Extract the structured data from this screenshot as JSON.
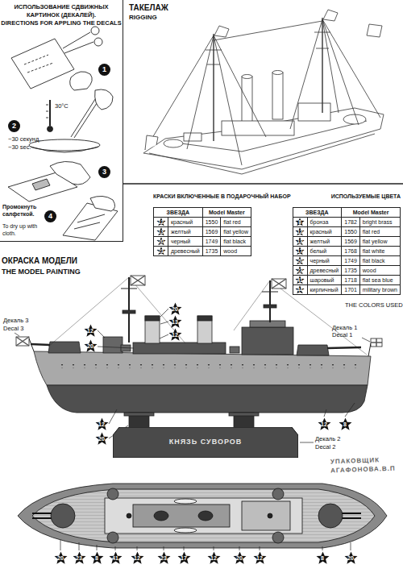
{
  "diagram": {
    "nodes": [
      {
        "text": [
          "ИСПОЛЬЗОВАНИЕ СДВИЖНЫХ КАРТИНОК (ДЕКАЛЕЙ).",
          "DIRECTIONS FOR APPLING THE DECALS"
        ]
      },
      {
        "text": [
          "1"
        ],
        "in": 0
      },
      {
        "text": [
          "2"
        ],
        "in": 0
      },
      {
        "text": [
          "3"
        ],
        "in": 0
      },
      {
        "text": [
          "4"
        ],
        "in": 0
      },
      {
        "text": [
          "КРАСКИ ВКЛЮЧЕННЫЕ В ПОДАРОЧНЫЙ НАБОР",
          "ЗВЕЗДА",
          "Model Master",
          "12",
          "красный",
          "1550",
          "flat red",
          "13",
          "желтый",
          "1569",
          "flat yellow",
          "20",
          "черный",
          "1749",
          "flat black",
          "23",
          "древесный",
          "1735",
          "wood"
        ]
      },
      {
        "text": [
          "ИСПОЛЬЗУЕМЫЕ ЦВЕТА",
          "ЗВЕЗДА",
          "Model Master",
          "8",
          "бронза",
          "1782",
          "bright brass",
          "12",
          "красный",
          "1550",
          "flat red",
          "13",
          "желтый",
          "1569",
          "flat yellow",
          "17",
          "белый",
          "1768",
          "flat white",
          "20",
          "черный",
          "1749",
          "flat black",
          "23",
          "древесный",
          "1735",
          "wood",
          "41",
          "шаровый",
          "1718",
          "flat sea blue",
          "44",
          "кирпичный",
          "1701",
          "military brown"
        ]
      },
      {
        "text": [
          "КНЯЗЬ СУВОРОВ"
        ]
      }
    ],
    "labels": [
      "ТАКЕЛАЖ",
      "RIGGING",
      "~30 секунд.",
      "~30 sec.",
      "30°C",
      "Промокнуть салфеткой.",
      "To dry up with cloth.",
      "ОКРАСКА МОДЕЛИ",
      "THE MODEL PAINTING",
      "THE COLORS USED",
      "Декаль 3",
      "Decal 3",
      "Декаль 1",
      "Decal 1",
      "Декаль 2",
      "Decal 2",
      "УПАКОВЩИК АГАФОНОВА.В.П",
      "20",
      "13",
      "12",
      "12",
      "20",
      "12",
      "20",
      "12",
      "8",
      "20",
      "23",
      "8",
      "41",
      "12",
      "23",
      "17",
      "12",
      "20",
      "12",
      "8",
      "20"
    ]
  }
}
